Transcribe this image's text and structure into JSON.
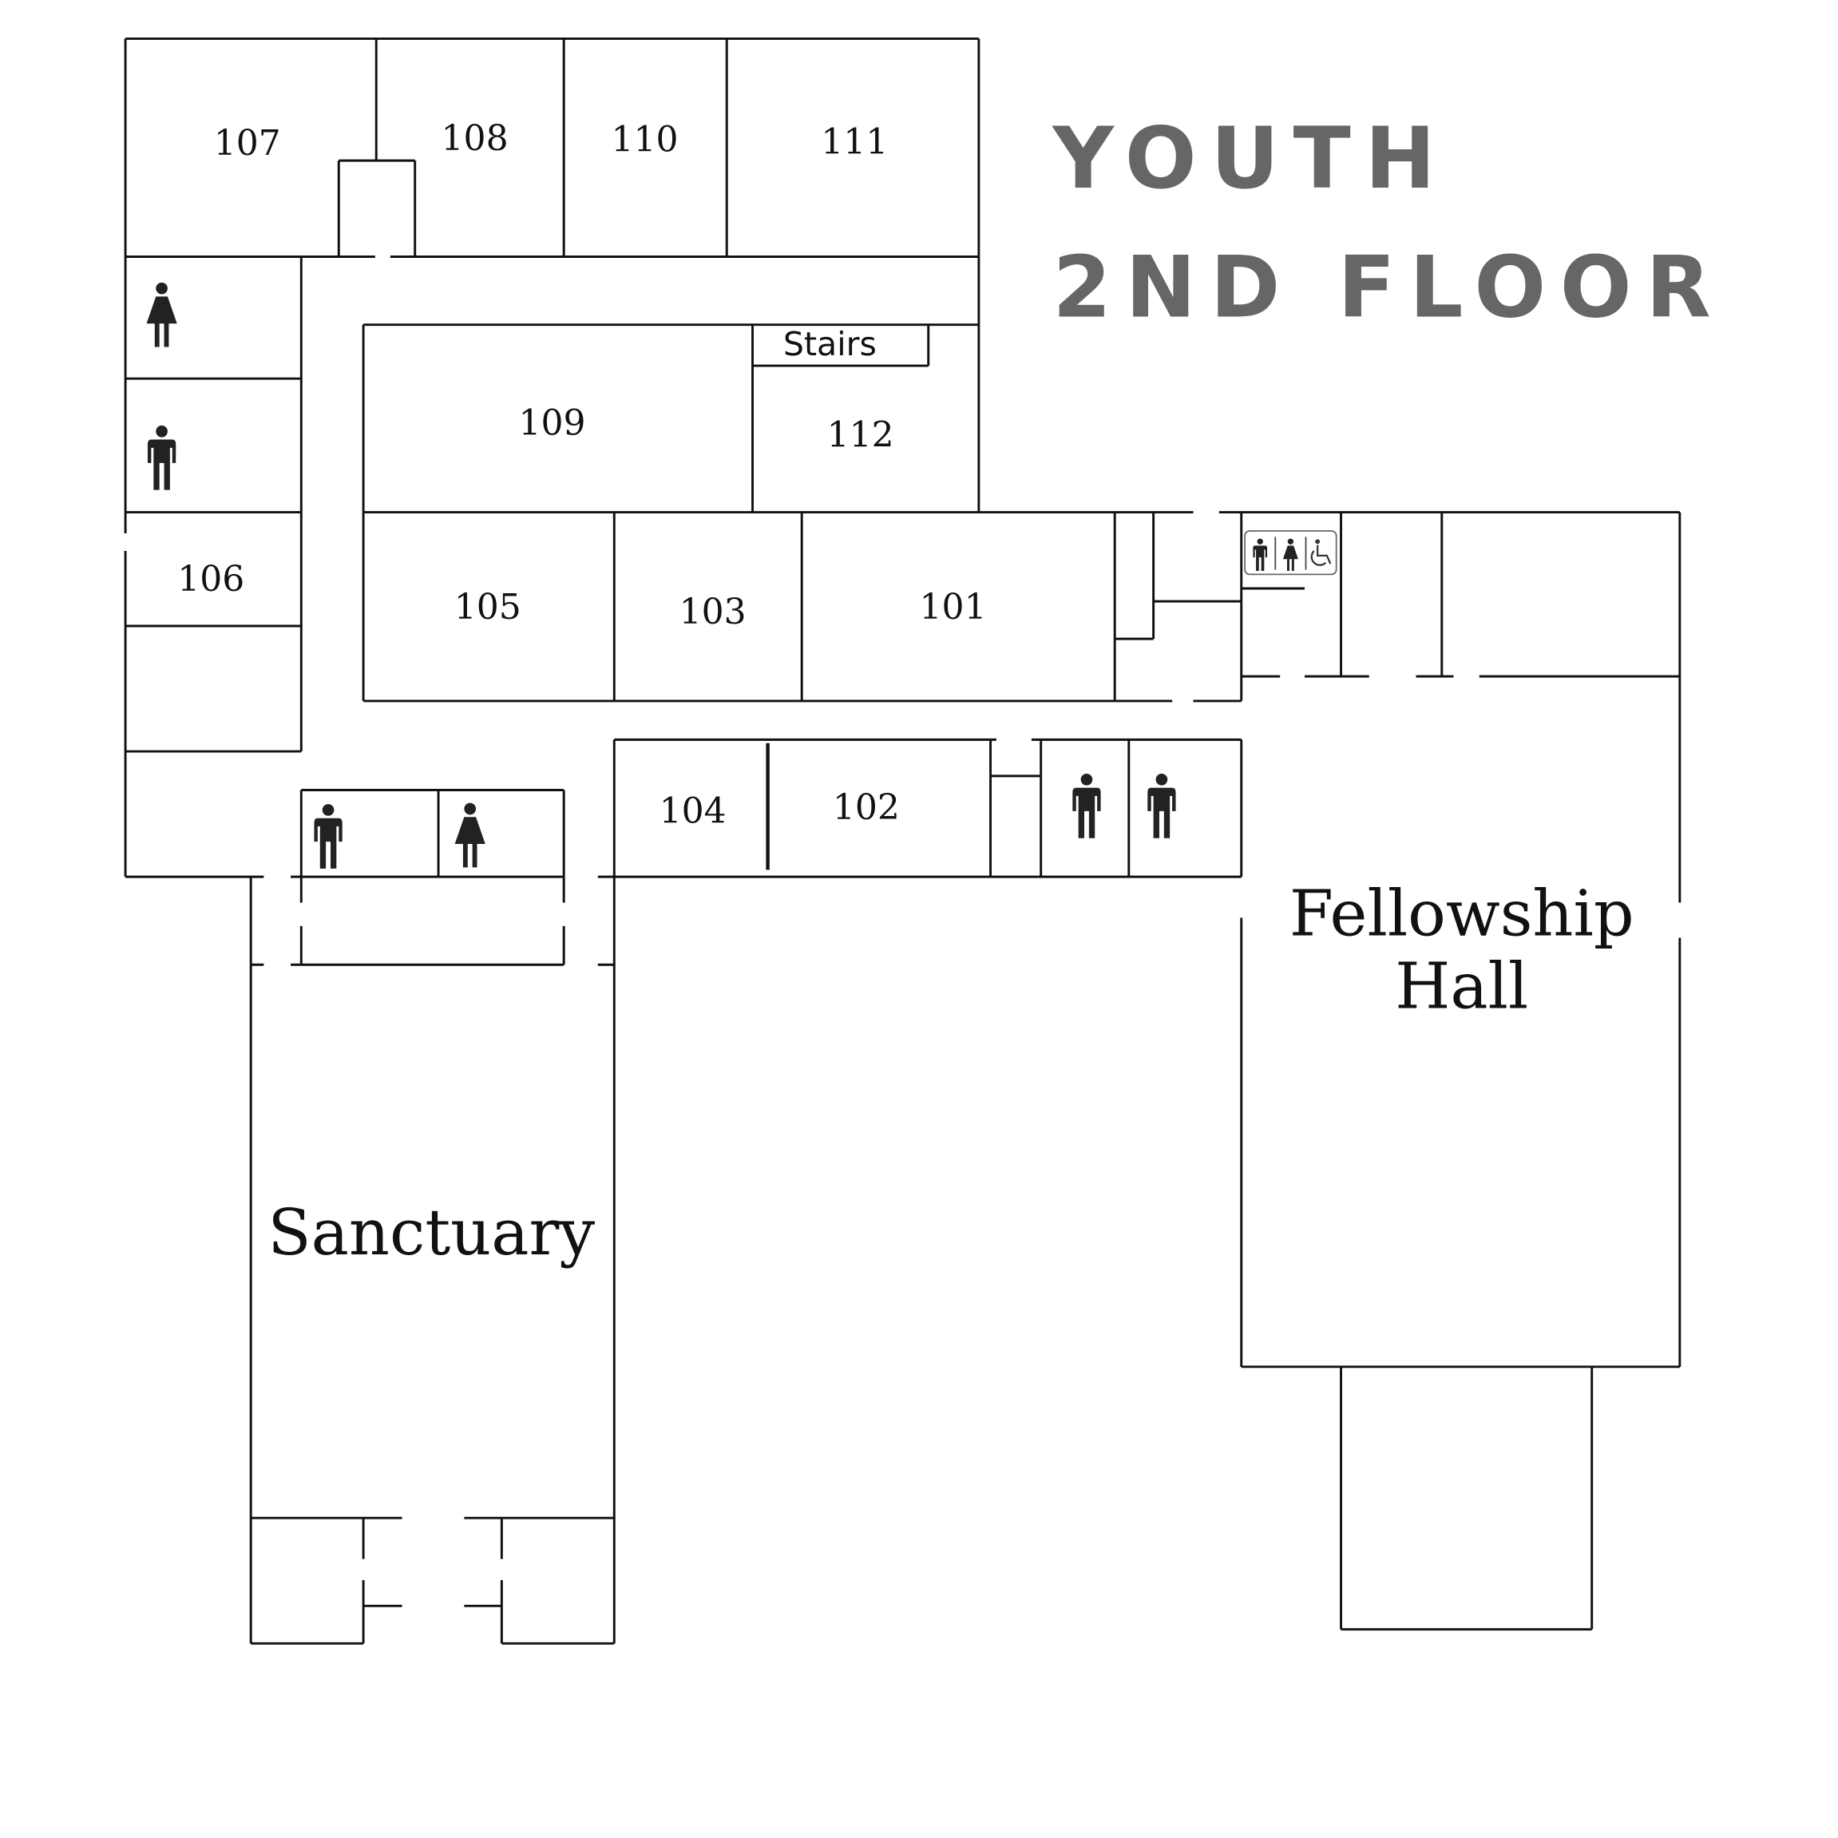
{
  "title": {
    "line1": "YOUTH",
    "line2": "2ND FLOOR",
    "color": "#666666"
  },
  "rooms": {
    "r107": "107",
    "r108": "108",
    "r110": "110",
    "r111": "111",
    "r109": "109",
    "r112": "112",
    "stairs": "Stairs",
    "r106": "106",
    "r105": "105",
    "r103": "103",
    "r101": "101",
    "r104": "104",
    "r102": "102",
    "sanctuary": "Sanctuary",
    "fellowship_line1": "Fellowship",
    "fellowship_line2": "Hall"
  },
  "icons": [
    "female-restroom-icon",
    "male-restroom-icon",
    "accessible-restroom-icon"
  ]
}
